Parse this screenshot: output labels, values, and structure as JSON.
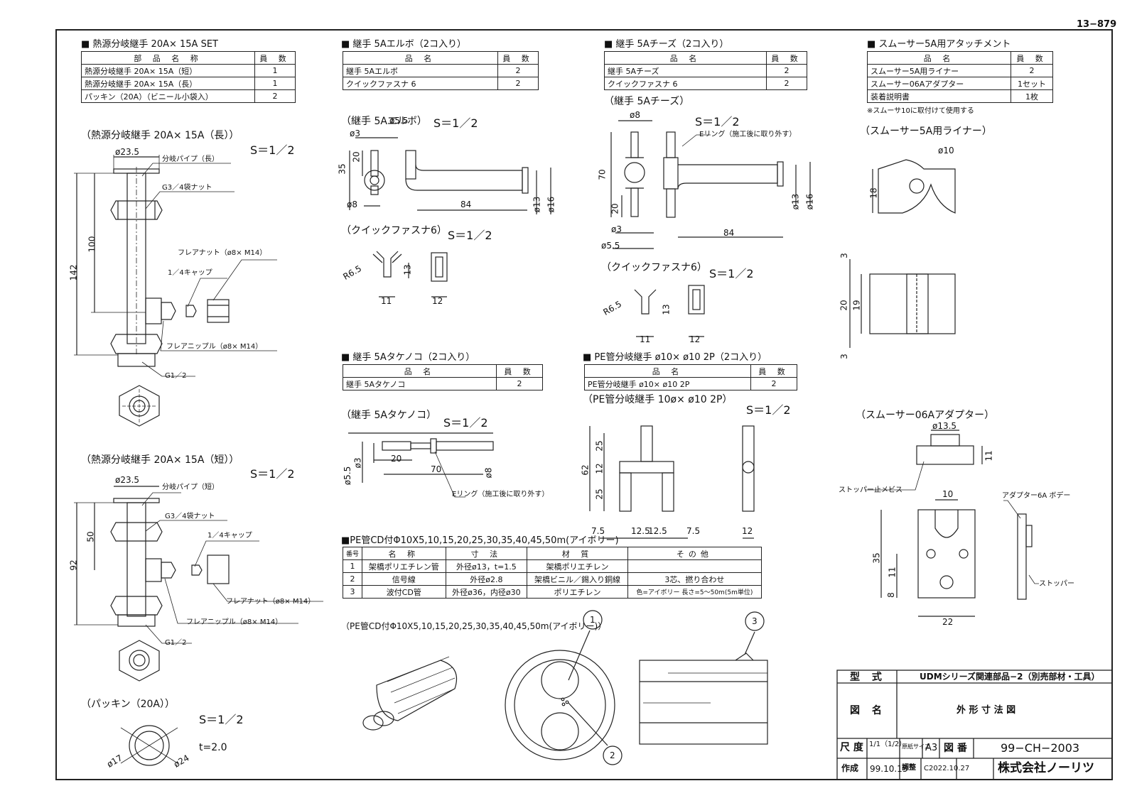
{
  "drawing_no_top": "13−879",
  "sections": {
    "heat_joint_set": {
      "title": "■ 熱源分岐継手 20A× 15A SET",
      "head": [
        "部 品 名 称",
        "員 数"
      ],
      "rows": [
        [
          "熱源分岐継手 20A× 15A（短）",
          "1"
        ],
        [
          "熱源分岐継手 20A× 15A（長）",
          "1"
        ],
        [
          "パッキン（20A）（ビニール小袋入）",
          "2"
        ]
      ]
    },
    "elbow": {
      "title": "■ 継手 5Aエルボ（2コ入り）",
      "head": [
        "品 名",
        "員 数"
      ],
      "rows": [
        [
          "継手 5Aエルボ",
          "2"
        ],
        [
          "クイックファスナ 6",
          "2"
        ]
      ]
    },
    "tee": {
      "title": "■ 継手 5Aチーズ（2コ入り）",
      "head": [
        "品 名",
        "員 数"
      ],
      "rows": [
        [
          "継手 5Aチーズ",
          "2"
        ],
        [
          "クイックファスナ 6",
          "2"
        ]
      ]
    },
    "smoother": {
      "title": "■ スムーサー5A用アタッチメント",
      "head": [
        "品 名",
        "員 数"
      ],
      "rows": [
        [
          "スムーサー5A用ライナー",
          "2"
        ],
        [
          "スムーサー06Aアダプター",
          "1セット"
        ],
        [
          "装着説明書",
          "1枚"
        ]
      ],
      "note": "※スムーサ10に取付けて使用する"
    },
    "takenoko": {
      "title": "■ 継手 5Aタケノコ（2コ入り）",
      "head": [
        "品 名",
        "員 数"
      ],
      "rows": [
        [
          "継手 5Aタケノコ",
          "2"
        ]
      ]
    },
    "pe_branch": {
      "title": "■ PE管分岐継手 ø10× ø10 2P（2コ入り）",
      "head": [
        "品 名",
        "員 数"
      ],
      "rows": [
        [
          "PE管分岐継手 ø10× ø10 2P",
          "2"
        ]
      ]
    },
    "pe_cd": {
      "title": "■PE管CD付Φ10X5,10,15,20,25,30,35,40,45,50m(アイボリー)",
      "head": [
        "番号",
        "名 称",
        "寸 法",
        "材 質",
        "その他"
      ],
      "rows": [
        [
          "1",
          "架橋ポリエチレン管",
          "外径ø13，t=1.5",
          "架橋ポリエチレン",
          ""
        ],
        [
          "2",
          "信号線",
          "外径ø2.8",
          "架橋ビニル／錫入り銅線",
          "3芯、撚り合わせ"
        ],
        [
          "3",
          "波付CD管",
          "外径ø36，内径ø30",
          "ポリエチレン",
          "色=アイボリー 長さ=5〜50m(5m単位)"
        ]
      ]
    }
  },
  "views": {
    "long_title": "（熱源分岐継手 20A× 15A（長））",
    "short_title": "（熱源分岐継手 20A× 15A（短））",
    "packing_title": "（パッキン（20A））",
    "elbow_title": "（継手 5Aエルボ）",
    "qf_title_1": "（クイックファスナ6）",
    "tee_title": "（継手 5Aチーズ）",
    "qf_title_2": "（クイックファスナ6）",
    "liner_title": "（スムーサー5A用ライナー）",
    "takenoko_title": "（継手 5Aタケノコ）",
    "pe_branch_title": "（PE管分岐継手 10ø× ø10 2P）",
    "adapter_title": "（スムーサー06Aアダプター）",
    "pe_cd_title": "（PE管CD付Φ10X5,10,15,20,25,30,35,40,45,50m(アイボリー)）"
  },
  "scale_label": "S＝1／2",
  "labels": {
    "branch_pipe_long": "分岐パイプ（長）",
    "branch_pipe_short": "分岐パイプ（短）",
    "bag_nut": "G3／4袋ナット",
    "flare_nut": "フレアナット（ø8× M14）",
    "cap": "1／4キャップ",
    "flare_nipple": "フレアニップル（ø8× M14）",
    "g12": "G1／2",
    "e_ring": "Eリング（施工後に取り外す）",
    "stopper_screw": "ストッパー止メビス",
    "adapter_body": "アダプター6A ボデー",
    "stopper": "ストッパー",
    "t20": "t=2.0"
  },
  "dims": {
    "d235": "ø23.5",
    "d100": "100",
    "d142": "142",
    "d50": "50",
    "d92": "92",
    "d17": "ø17",
    "d24": "ø24",
    "d55": "ø5.5",
    "d3": "ø3",
    "d20": "20",
    "d35": "35",
    "d8": "ø8",
    "d84": "84",
    "d13": "ø13",
    "d16": "ø16",
    "r65": "R6.5",
    "n13": "13",
    "n11": "11",
    "n12": "12",
    "n70": "70",
    "n25": "25",
    "n62": "62",
    "n75": "7.5",
    "n125": "12.5",
    "n10": "ø10",
    "n18": "18",
    "n3": "3",
    "n19": "19",
    "n135": "ø13.5",
    "n10b": "10",
    "n8": "8",
    "n22": "22",
    "c1": "1",
    "c2": "2",
    "c3": "3"
  },
  "title_block": {
    "model_label": "型 式",
    "model_value": "UDMシリーズ関連部品−2（別売部材・工具）",
    "name_label": "図 名",
    "name_value": "外 形 寸 法 図",
    "scale_label": "尺 度",
    "scale_value": "1/1（1/2）",
    "paper_label": "原紙サイズ",
    "paper_value": "A3",
    "drawing_label": "図 番",
    "drawing_value": "99−CH−2003",
    "made_label": "作成",
    "made_value": "99.10.15",
    "check_label": "調整",
    "check_value": "C2022.10.27",
    "company": "株式会社ノーリツ"
  }
}
